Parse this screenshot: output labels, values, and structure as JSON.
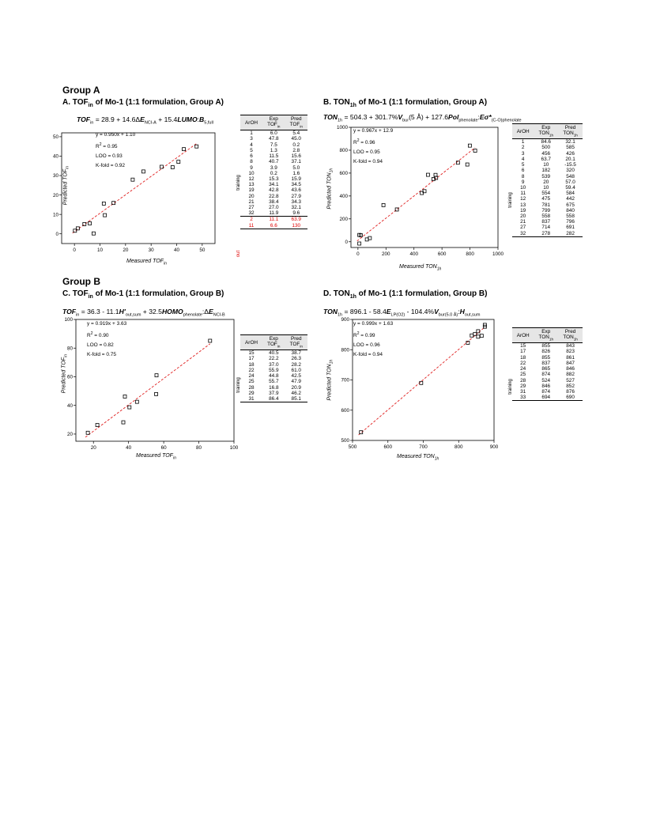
{
  "group_a": "Group A",
  "group_b": "Group B",
  "side_labels": {
    "training": "training",
    "out": "out"
  },
  "panels": {
    "A": {
      "title_pre": "A. TOF",
      "title_sub": "in",
      "title_post": " of Mo-1 (1:1 formulation, Group A)",
      "stats": [
        "y = 0.950x + 1.10",
        "R² = 0.95",
        "LOO = 0.93",
        "K-fold = 0.92"
      ],
      "xlabel_main": "Measured TOF",
      "xlabel_sub": "in",
      "ylabel_main": "Predicted TOF",
      "ylabel_sub": "in"
    },
    "B": {
      "title_pre": "B. TON",
      "title_sub": "1h",
      "title_post": " of Mo-1 (1:1 formulation, Group A)",
      "stats": [
        "y = 0.967x + 12.9",
        "R² = 0.96",
        "LOO = 0.95",
        "K-fold = 0.94"
      ],
      "xlabel_main": "Measured TON",
      "xlabel_sub": "1h",
      "ylabel_main": "Predicted TON",
      "ylabel_sub": "1h"
    },
    "C": {
      "title_pre": "C. TOF",
      "title_sub": "in",
      "title_post": " of Mo-1 (1:1 formulation, Group B)",
      "stats": [
        "y = 0.919x + 3.63",
        "R² = 0.90",
        "LOO = 0.82",
        "K-fold = 0.75"
      ],
      "xlabel_main": "Measured TOF",
      "xlabel_sub": "in",
      "ylabel_main": "Predicted TOF",
      "ylabel_sub": "in"
    },
    "D": {
      "title_pre": "D. TON",
      "title_sub": "1h",
      "title_post": " of Mo-1 (1:1 formulation, Group B)",
      "stats": [
        "y = 0.999x + 1.63",
        "R² = 0.99",
        "LOO = 0.96",
        "K-fold = 0.94"
      ],
      "xlabel_main": "Measured TON",
      "xlabel_sub": "1h",
      "ylabel_main": "Predicted TON",
      "ylabel_sub": "1h"
    }
  },
  "equations": {
    "A": {
      "v": "TOF",
      "vs": "in",
      "c": " = 28.9 + 14.6Δ",
      "t1": "E",
      "t1s": "NCI-A",
      "c2": " + 15.4",
      "t2": "LUMO",
      "c3": ":",
      "t3": "B",
      "t3s": "5,full"
    },
    "B": {
      "v": "TON",
      "vs": "1h",
      "c": " = 504.3 + 301.7%",
      "t1": "V",
      "t1s": "bur",
      "c2": "(5 Å)  + 127.6",
      "t2": "Pol",
      "t2s": "phenolate",
      "c3": ":",
      "t3": "Eσ*",
      "t3s": "(C-O)phenolate"
    },
    "C": {
      "v": "TOF",
      "vs": "in",
      "c": " = 36.3 - 11.1",
      "t1": "H′",
      "t1s": "out,sum",
      "c2": " + 32.5",
      "t2": "HOMO",
      "t2s": "phenolate",
      "c3": ":Δ",
      "t3": "E",
      "t3s": "NCI-B"
    },
    "D": {
      "v": "TON",
      "vs": "1h",
      "c": " = 896.1 - 58.4",
      "t1": "E",
      "t1s": "LP(O2)",
      "c2": " - 104.4%",
      "t2": "V",
      "t2s": "bur(5.0 Å)",
      "c3": ":",
      "t3": "H",
      "t3s": "out,sum"
    }
  },
  "tables": {
    "A": {
      "headers": [
        "ArOH",
        "Exp",
        "Pred"
      ],
      "sub_top": "TOF",
      "sub": "in",
      "rows": [
        [
          "1",
          "6.0",
          "5.4"
        ],
        [
          "3",
          "47.8",
          "45.0"
        ],
        [
          "4",
          "7.5",
          "0.2"
        ],
        [
          "5",
          "1.3",
          "2.8"
        ],
        [
          "6",
          "11.5",
          "15.6"
        ],
        [
          "8",
          "40.7",
          "37.1"
        ],
        [
          "9",
          "3.9",
          "5.0"
        ],
        [
          "10",
          "0.2",
          "1.6"
        ],
        [
          "12",
          "15.3",
          "15.9"
        ],
        [
          "13",
          "34.1",
          "34.5"
        ],
        [
          "19",
          "42.8",
          "43.6"
        ],
        [
          "20",
          "22.8",
          "27.9"
        ],
        [
          "21",
          "38.4",
          "34.3"
        ],
        [
          "27",
          "27.0",
          "32.1"
        ],
        [
          "32",
          "11.9",
          "9.6"
        ]
      ],
      "out_rows": [
        [
          "2",
          "11.1",
          "63.9"
        ],
        [
          "11",
          "6.6",
          "130"
        ]
      ]
    },
    "B": {
      "headers": [
        "ArOH",
        "Exp",
        "Pred"
      ],
      "sub_top": "TON",
      "sub": "1h",
      "rows": [
        [
          "1",
          "84.6",
          "32.1"
        ],
        [
          "2",
          "500",
          "585"
        ],
        [
          "3",
          "456",
          "426"
        ],
        [
          "4",
          "63.7",
          "20.1"
        ],
        [
          "5",
          "10",
          "-15.5"
        ],
        [
          "6",
          "182",
          "320"
        ],
        [
          "8",
          "539",
          "548"
        ],
        [
          "9",
          "20",
          "57.0"
        ],
        [
          "10",
          "10",
          "59.4"
        ],
        [
          "11",
          "554",
          "584"
        ],
        [
          "12",
          "475",
          "442"
        ],
        [
          "13",
          "781",
          "675"
        ],
        [
          "19",
          "799",
          "840"
        ],
        [
          "20",
          "558",
          "558"
        ],
        [
          "21",
          "837",
          "796"
        ],
        [
          "27",
          "714",
          "691"
        ],
        [
          "32",
          "278",
          "282"
        ]
      ],
      "out_rows": []
    },
    "C": {
      "headers": [
        "ArOH",
        "Exp",
        "Pred"
      ],
      "sub_top": "TOF",
      "sub": "in",
      "rows": [
        [
          "15",
          "40.5",
          "38.7"
        ],
        [
          "17",
          "22.2",
          "26.3"
        ],
        [
          "18",
          "37.0",
          "28.2"
        ],
        [
          "22",
          "55.9",
          "61.0"
        ],
        [
          "24",
          "44.8",
          "42.5"
        ],
        [
          "25",
          "55.7",
          "47.9"
        ],
        [
          "28",
          "16.8",
          "20.9"
        ],
        [
          "29",
          "37.9",
          "46.2"
        ],
        [
          "31",
          "86.4",
          "85.1"
        ]
      ],
      "out_rows": []
    },
    "D": {
      "headers": [
        "ArOH",
        "Exp",
        "Pred"
      ],
      "sub_top": "TON",
      "sub": "1h",
      "rows": [
        [
          "15",
          "855",
          "843"
        ],
        [
          "17",
          "826",
          "823"
        ],
        [
          "18",
          "855",
          "861"
        ],
        [
          "22",
          "837",
          "847"
        ],
        [
          "24",
          "865",
          "846"
        ],
        [
          "25",
          "874",
          "882"
        ],
        [
          "28",
          "524",
          "527"
        ],
        [
          "29",
          "846",
          "852"
        ],
        [
          "31",
          "874",
          "876"
        ],
        [
          "33",
          "694",
          "690"
        ]
      ],
      "out_rows": []
    }
  },
  "chart_data": [
    {
      "type": "scatter",
      "panel": "A",
      "x": [
        6.0,
        47.8,
        7.5,
        1.3,
        11.5,
        40.7,
        3.9,
        0.2,
        15.3,
        34.1,
        42.8,
        22.8,
        38.4,
        27.0,
        11.9
      ],
      "y": [
        5.4,
        45.0,
        0.2,
        2.8,
        15.6,
        37.1,
        5.0,
        1.6,
        15.9,
        34.5,
        43.6,
        27.9,
        34.3,
        32.1,
        9.6
      ],
      "fit": {
        "slope": 0.95,
        "intercept": 1.1
      },
      "xlim": [
        -5,
        55
      ],
      "ylim": [
        -5,
        52
      ],
      "xticks": [
        0,
        10,
        20,
        30,
        40,
        50
      ],
      "yticks": [
        0,
        10,
        20,
        30,
        40,
        50
      ],
      "grid": false
    },
    {
      "type": "scatter",
      "panel": "B",
      "x": [
        84.6,
        500,
        456,
        63.7,
        10,
        182,
        539,
        20,
        10,
        554,
        475,
        781,
        799,
        558,
        837,
        714,
        278
      ],
      "y": [
        32.1,
        585,
        426,
        20.1,
        -15.5,
        320,
        548,
        57.0,
        59.4,
        584,
        442,
        675,
        840,
        558,
        796,
        691,
        282
      ],
      "fit": {
        "slope": 0.967,
        "intercept": 12.9
      },
      "xlim": [
        -50,
        1000
      ],
      "ylim": [
        -50,
        1000
      ],
      "xticks": [
        0,
        200,
        400,
        600,
        800,
        1000
      ],
      "yticks": [
        0,
        200,
        400,
        600,
        800,
        1000
      ],
      "grid": false
    },
    {
      "type": "scatter",
      "panel": "C",
      "x": [
        40.5,
        22.2,
        37.0,
        55.9,
        44.8,
        55.7,
        16.8,
        37.9,
        86.4
      ],
      "y": [
        38.7,
        26.3,
        28.2,
        61.0,
        42.5,
        47.9,
        20.9,
        46.2,
        85.1
      ],
      "fit": {
        "slope": 0.919,
        "intercept": 3.63
      },
      "xlim": [
        10,
        100
      ],
      "ylim": [
        15,
        100
      ],
      "xticks": [
        20,
        40,
        60,
        80,
        100
      ],
      "yticks": [
        20,
        40,
        60,
        80,
        100
      ],
      "grid": false
    },
    {
      "type": "scatter",
      "panel": "D",
      "x": [
        855,
        826,
        855,
        837,
        865,
        874,
        524,
        846,
        874,
        694
      ],
      "y": [
        843,
        823,
        861,
        847,
        846,
        882,
        527,
        852,
        876,
        690
      ],
      "fit": {
        "slope": 0.999,
        "intercept": 1.63
      },
      "xlim": [
        500,
        900
      ],
      "ylim": [
        500,
        900
      ],
      "xticks": [
        500,
        600,
        700,
        800,
        900
      ],
      "yticks": [
        500,
        600,
        700,
        800,
        900
      ],
      "grid": false
    }
  ]
}
